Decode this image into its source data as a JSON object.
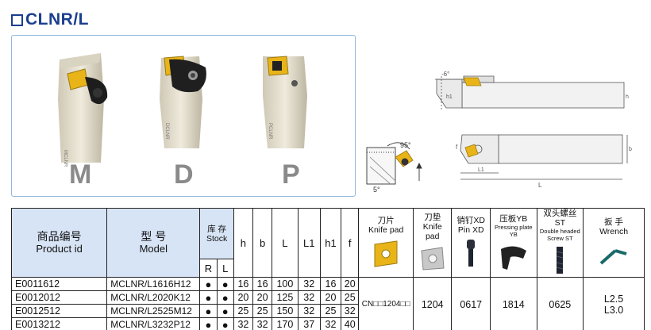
{
  "title": "CLNR/L",
  "photos": [
    {
      "letter": "M"
    },
    {
      "letter": "D"
    },
    {
      "letter": "P"
    }
  ],
  "drawing_labels": {
    "angle_top": "-6°",
    "angle_side": "95°",
    "angle_small": "5°",
    "h1": "h1",
    "h": "h",
    "f": "f",
    "b": "b",
    "L1": "L1",
    "L": "L"
  },
  "table": {
    "headers": {
      "product_cn": "商品编号",
      "product_en": "Product id",
      "model_cn": "型 号",
      "model_en": "Model",
      "stock_cn": "库 存",
      "stock_en": "Stock",
      "R": "R",
      "L": "L",
      "dims": [
        "h",
        "b",
        "L",
        "L1",
        "h1",
        "f"
      ],
      "knife_cn": "刀片",
      "knife_en": "Knife pad",
      "pad_cn": "刀垫",
      "pad_en": "Knife pad",
      "pin_cn": "销钉XD",
      "pin_en": "Pin XD",
      "plate_cn": "压板YB",
      "plate_en": "Pressing plate YB",
      "screw_cn": "双头螺丝ST",
      "screw_en": "Double headed Screw ST",
      "wrench_cn": "扳 手",
      "wrench_en": "Wrench"
    },
    "rows": [
      {
        "id": "E0011612",
        "model": "MCLNR/L1616H12",
        "R": "●",
        "L": "●",
        "h": "16",
        "b": "16",
        "Lv": "100",
        "L1": "32",
        "h1": "16",
        "f": "20"
      },
      {
        "id": "E0012012",
        "model": "MCLNR/L2020K12",
        "R": "●",
        "L": "●",
        "h": "20",
        "b": "20",
        "Lv": "125",
        "L1": "32",
        "h1": "20",
        "f": "25"
      },
      {
        "id": "E0012512",
        "model": "MCLNR/L2525M12",
        "R": "●",
        "L": "●",
        "h": "25",
        "b": "25",
        "Lv": "150",
        "L1": "32",
        "h1": "25",
        "f": "32"
      },
      {
        "id": "E0013212",
        "model": "MCLNR/L3232P12",
        "R": "●",
        "L": "●",
        "h": "32",
        "b": "32",
        "Lv": "170",
        "L1": "37",
        "h1": "32",
        "f": "40"
      }
    ],
    "accessories": {
      "insert": "CN□□1204□□",
      "pad": "1204",
      "pin": "0617",
      "plate": "1814",
      "screw": "0625",
      "wrench_1": "L2.5",
      "wrench_2": "L3.0"
    }
  },
  "colors": {
    "title": "#1b3f8f",
    "panel_border": "#8fb7df",
    "header_bg": "#d7e4f5",
    "shank": "#e6e0cf",
    "insert": "#e8b418"
  }
}
